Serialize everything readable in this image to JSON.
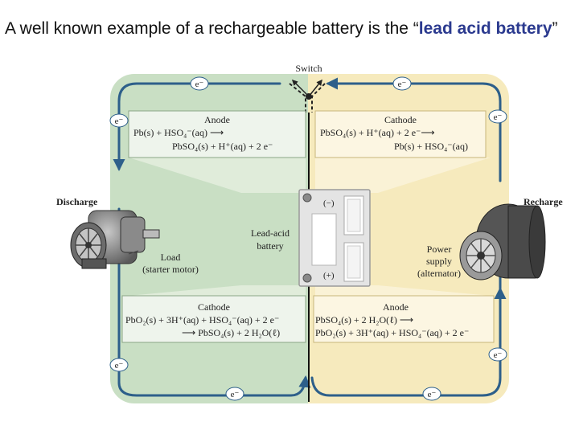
{
  "heading": {
    "text_before": "A well known example of a rechargeable battery is the “",
    "highlight": "lead acid battery",
    "text_after": "”"
  },
  "diagram": {
    "switch_label": "Switch",
    "discharge_label": "Discharge",
    "recharge_label": "Recharge",
    "battery_label_line1": "Lead-acid",
    "battery_label_line2": "battery",
    "terminal_negative": "(−)",
    "terminal_positive": "(+)",
    "load_line1": "Load",
    "load_line2": "(starter motor)",
    "supply_line1": "Power",
    "supply_line2": "supply",
    "supply_line3": "(alternator)",
    "electron": "e⁻",
    "top_left_box": {
      "title": "Anode",
      "line1": "Pb(s) + HSO₄⁻(aq) ⟶",
      "line2": "PbSO₄(s) + H⁺(aq) + 2 e⁻"
    },
    "top_right_box": {
      "title": "Cathode",
      "line1": "PbSO₄(s) + H⁺(aq) + 2 e⁻⟶",
      "line2": "Pb(s) + HSO₄⁻(aq)"
    },
    "bottom_left_box": {
      "title": "Cathode",
      "line1": "PbO₂(s) + 3H⁺(aq) + HSO₄⁻(aq) + 2 e⁻",
      "line2": "⟶ PbSO₄(s) + 2 H₂O(ℓ)"
    },
    "bottom_right_box": {
      "title": "Anode",
      "line1": "PbSO₄(s) + 2 H₂O(ℓ) ⟶",
      "line2": "PbO₂(s) + 3H⁺(aq) + HSO₄⁻(aq) + 2 e⁻"
    },
    "colors": {
      "left_panel": "#c9dfc4",
      "right_panel": "#f6eabd",
      "arrow": "#2d5f8a"
    }
  }
}
